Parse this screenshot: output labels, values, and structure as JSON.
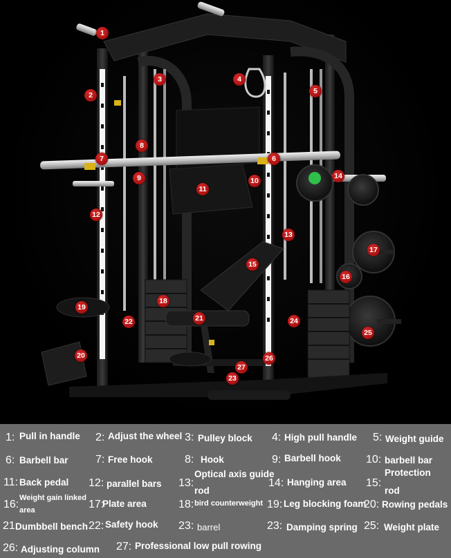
{
  "markers": [
    "1",
    "2",
    "3",
    "4",
    "5",
    "6",
    "7",
    "8",
    "9",
    "10",
    "11",
    "12",
    "13",
    "14",
    "15",
    "16",
    "17",
    "18",
    "19",
    "20",
    "21",
    "22",
    "23",
    "24",
    "25",
    "26",
    "27"
  ],
  "legend": {
    "items": [
      {
        "num": "1:",
        "label": "Pull in handle"
      },
      {
        "num": "2:",
        "label": "Adjust the wheel"
      },
      {
        "num": "3:",
        "label": "Pulley block"
      },
      {
        "num": "4:",
        "label": "High pull handle"
      },
      {
        "num": "5:",
        "label": "Weight guide"
      },
      {
        "num": "6:",
        "label": "Barbell bar"
      },
      {
        "num": "7:",
        "label": "Free hook"
      },
      {
        "num": "8:",
        "label": "Hook"
      },
      {
        "num": "9:",
        "label": "Barbell hook"
      },
      {
        "num": "10:",
        "label": "barbell bar"
      },
      {
        "num": "",
        "label": "Protection"
      },
      {
        "num": "",
        "label": "rod"
      },
      {
        "num": "11:",
        "label": "Back pedal"
      },
      {
        "num": "12:",
        "label": "parallel bars"
      },
      {
        "num": "13:",
        "label": "Optical axis guide"
      },
      {
        "num": "",
        "label": "rod"
      },
      {
        "num": "14:",
        "label": "Hanging area"
      },
      {
        "num": "15:",
        "label": ""
      },
      {
        "num": "16:",
        "label": "Weight gain linked"
      },
      {
        "num": "",
        "label": "area"
      },
      {
        "num": "17:",
        "label": "Plate area"
      },
      {
        "num": "18:",
        "label": "bird counterweight"
      },
      {
        "num": "19:",
        "label": "Leg blocking foam"
      },
      {
        "num": "20:",
        "label": "Rowing pedals"
      },
      {
        "num": "21",
        "label": "Dumbbell bench"
      },
      {
        "num": "22:",
        "label": "Safety hook"
      },
      {
        "num": "23:",
        "label": "barrel"
      },
      {
        "num": "23:",
        "label": "Damping spring"
      },
      {
        "num": "25:",
        "label": "Weight plate"
      },
      {
        "num": "26:",
        "label": "Adjusting column"
      },
      {
        "num": "27:",
        "label": "Professional low pull rowing"
      }
    ]
  }
}
